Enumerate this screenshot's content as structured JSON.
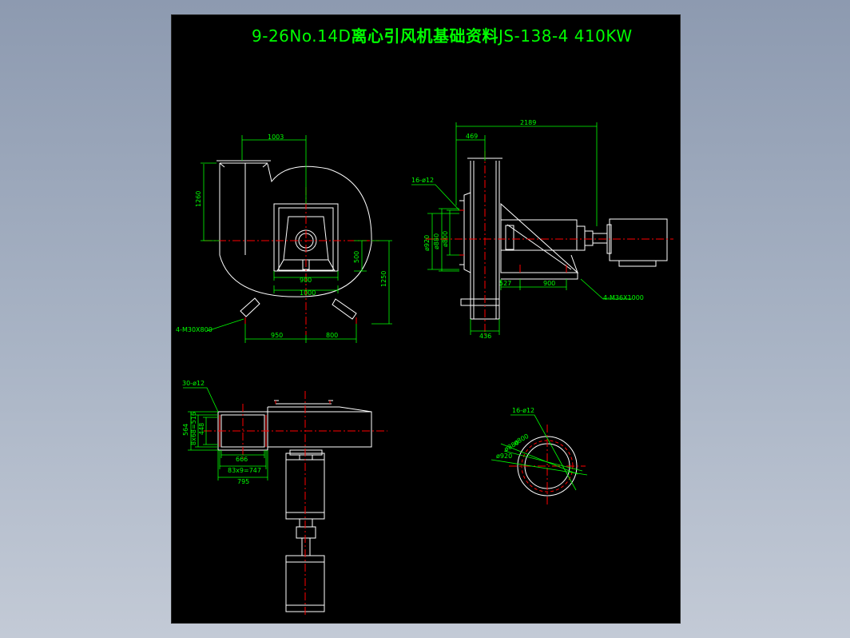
{
  "title": {
    "prefix": "9-26No.14D",
    "chinese": "离心引风机基础资料",
    "suffix": "JS-138-4  410KW"
  },
  "colors": {
    "background": "#000000",
    "outline": "#ffffff",
    "dimension": "#00ff00",
    "centerline": "#ff0000",
    "bolt_hole": "#ff0000",
    "title_text": "#00ff00"
  },
  "front_view": {
    "dim_outlet_width": "1003",
    "dim_outlet_height": "1260",
    "dim_base_inner": "900",
    "dim_base_outer": "1000",
    "dim_base_height": "500",
    "dim_axis_height": "1250",
    "dim_left_bolt": "950",
    "dim_right_bolt": "800",
    "anchor_bolt_note": "4-M30X800"
  },
  "side_view": {
    "dim_overall": "2189",
    "dim_flange_offset": "469",
    "flange_holes_note": "16-ø12",
    "dim_d920": "ø920",
    "dim_d880": "ø880",
    "dim_d800": "ø800",
    "dim_527": "527",
    "dim_900": "900",
    "dim_436": "436",
    "anchor_bolt_note": "4-M36X1000"
  },
  "plan_view": {
    "holes_note": "30-ø12",
    "dim_564": "564",
    "dim_516": "8x68=516",
    "dim_448": "448",
    "dim_666": "666",
    "dim_747": "83x9=747",
    "dim_795": "795"
  },
  "flange_detail": {
    "holes_note": "16-ø12",
    "d1": "ø800",
    "d2": "ø880",
    "d3": "ø920"
  }
}
